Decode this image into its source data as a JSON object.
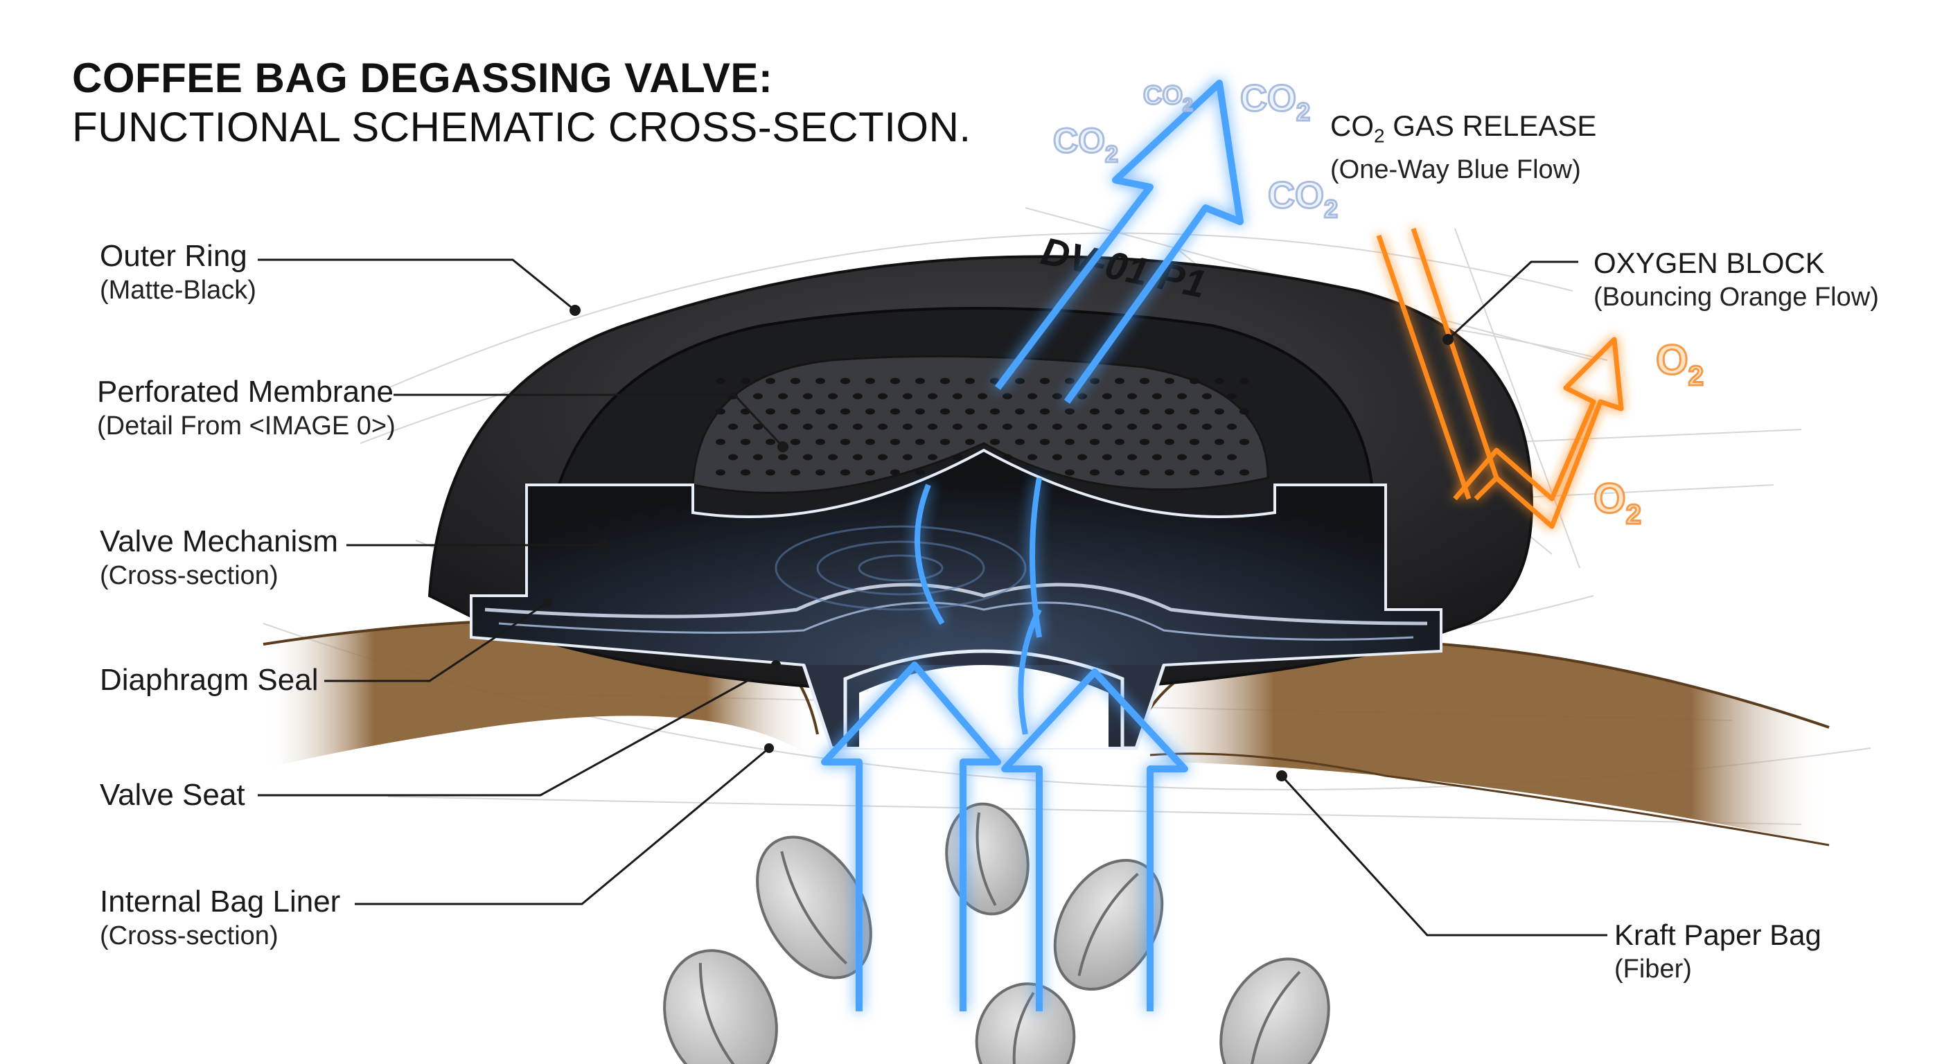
{
  "title": {
    "line1": "COFFEE BAG DEGASSING VALVE:",
    "line2": "FUNCTIONAL SCHEMATIC CROSS-SECTION."
  },
  "labels": [
    {
      "id": "outer-ring",
      "main": "Outer Ring",
      "sub": "(Matte-Black)"
    },
    {
      "id": "perforated-membrane",
      "main": "Perforated Membrane",
      "sub": "(Detail From <IMAGE 0>)"
    },
    {
      "id": "valve-mechanism",
      "main": "Valve Mechanism",
      "sub": "(Cross-section)"
    },
    {
      "id": "diaphragm-seal",
      "main": "Diaphragm Seal",
      "sub": ""
    },
    {
      "id": "valve-seat",
      "main": "Valve Seat",
      "sub": ""
    },
    {
      "id": "internal-bag-liner",
      "main": "Internal Bag Liner",
      "sub": "(Cross-section)"
    },
    {
      "id": "co2-release",
      "main_prefix": "CO",
      "main_subscript": "2",
      "main_suffix": " GAS RELEASE",
      "sub": "(One-Way Blue Flow)"
    },
    {
      "id": "oxygen-block",
      "main": "OXYGEN BLOCK",
      "sub": "(Bouncing Orange Flow)"
    },
    {
      "id": "kraft-bag",
      "main": "Kraft Paper Bag",
      "sub": "(Fiber)"
    }
  ],
  "gas_marks": {
    "co2": "CO",
    "co2_sub": "2",
    "o2": "O",
    "o2_sub": "2"
  },
  "ring_embossing": {
    "code": "DV-01 P1"
  },
  "colors": {
    "co2_flow": "#4aa3ff",
    "o2_flow": "#ff8a1e",
    "ring": "#2b2b2d",
    "kraft": "#8a6236",
    "bean": "#b9b9b9"
  }
}
